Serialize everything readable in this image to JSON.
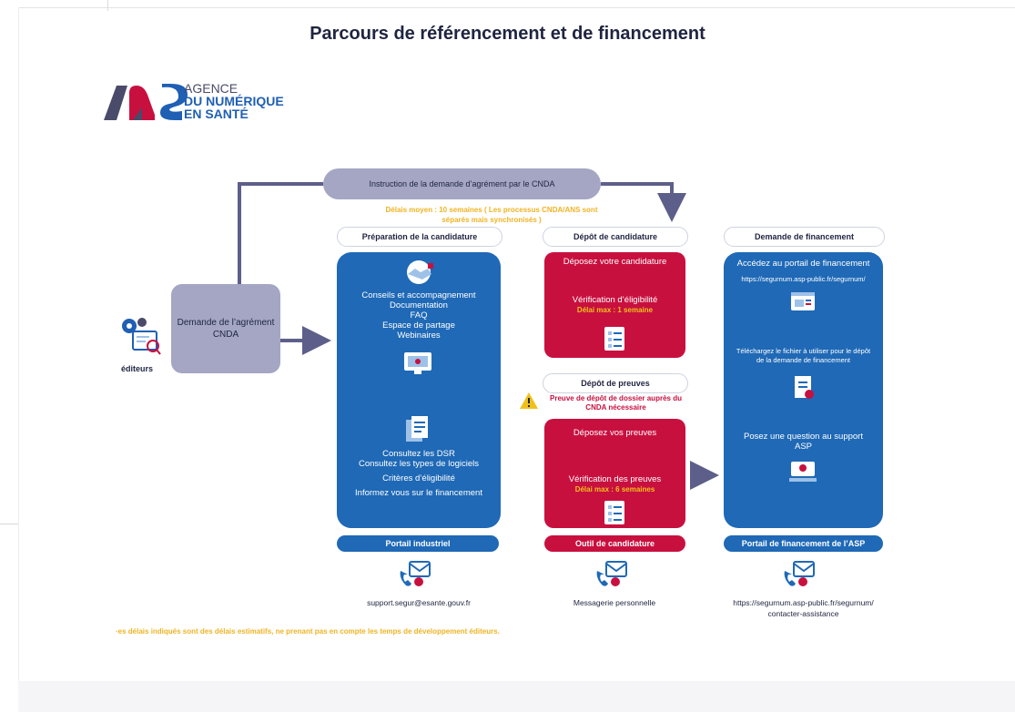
{
  "page": {
    "title": "Parcours de référencement et de financement",
    "footnote": "·es délais indiqués sont des délais estimatifs, ne prenant pas en compte les temps de développement éditeurs."
  },
  "logo": {
    "line1": "AGENCE",
    "line2": "DU NUMÉRIQUE",
    "line3": "EN SANTÉ"
  },
  "cnda": {
    "instruction": "Instruction de la demande d’agrément par le CNDA",
    "delay_line1": "Délais moyen : 10 semaines ( Les processus CNDA/ANS sont",
    "delay_line2": "séparés mais synchronisés )"
  },
  "editor": {
    "label": "éditeurs",
    "demande_line1": "Demande de l’agrément",
    "demande_line2": "CNDA"
  },
  "prep": {
    "header": "Préparation de la candidature",
    "items_top": [
      "Conseils et accompagnement",
      "Documentation",
      "FAQ",
      "Espace de partage",
      "Webinaires"
    ],
    "items_bottom": [
      "Consultez les DSR",
      "Consultez les types de logiciels",
      "Critères d’éligibilité",
      "Informez vous sur le financement"
    ],
    "bar": "Portail industriel",
    "contact": "support.segur@esante.gouv.fr"
  },
  "depot": {
    "header": "Dépôt de candidature",
    "box1_title": "Déposez votre candidature",
    "box1_check": "Vérification d’éligibilité",
    "box1_delay": "Délai max : 1 semaine",
    "header2": "Dépôt de preuves",
    "warning_line1": "Preuve de dépôt de dossier auprès du",
    "warning_line2": "CNDA nécessaire",
    "box2_title": "Déposez vos preuves",
    "box2_check": "Vérification des preuves",
    "box2_delay": "Délai max : 6 semaines",
    "bar": "Outil de candidature",
    "contact": "Messagerie personnelle"
  },
  "fin": {
    "header": "Demande de financement",
    "access": "Accédez au portail de financement",
    "url": "https://segurnum.asp-public.fr/segurnum/",
    "download_line1": "Téléchargez le fichier à utiliser pour le dépôt",
    "download_line2": "de la demande de financement",
    "question_line1": "Posez une question au support",
    "question_line2": "ASP",
    "bar": "Portail de financement de l’ASP",
    "contact_line1": "https://segurnum.asp-public.fr/segurnum/",
    "contact_line2": "contacter-assistance"
  },
  "colors": {
    "blue": "#1f69b6",
    "red": "#c8103f",
    "lavender": "#a4a6c4",
    "yellow": "#f0b323",
    "navy": "#1f2440"
  }
}
